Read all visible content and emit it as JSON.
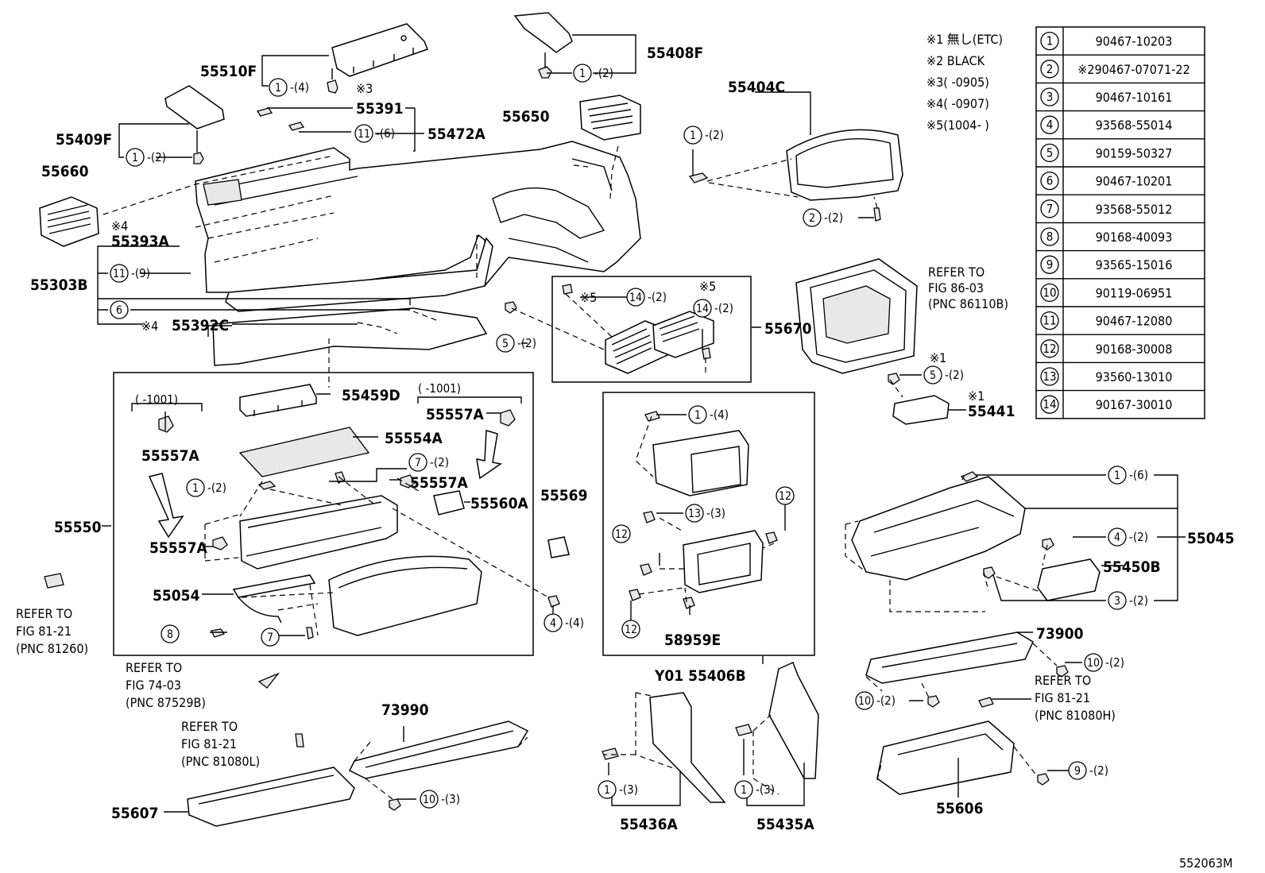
{
  "diagram_id": "552063M",
  "notes": [
    {
      "mark": "※1",
      "text": "無し(ETC)"
    },
    {
      "mark": "※2",
      "text": "BLACK"
    },
    {
      "mark": "※3",
      "text": "(      -0905)"
    },
    {
      "mark": "※4",
      "text": "(      -0907)"
    },
    {
      "mark": "※5",
      "text": "(1004-      )"
    }
  ],
  "fastener_table": [
    {
      "no": "1",
      "code": "90467-10203"
    },
    {
      "no": "2",
      "code": "※290467-07071-22"
    },
    {
      "no": "3",
      "code": "90467-10161"
    },
    {
      "no": "4",
      "code": "93568-55014"
    },
    {
      "no": "5",
      "code": "90159-50327"
    },
    {
      "no": "6",
      "code": "90467-10201"
    },
    {
      "no": "7",
      "code": "93568-55012"
    },
    {
      "no": "8",
      "code": "90168-40093"
    },
    {
      "no": "9",
      "code": "93565-15016"
    },
    {
      "no": "10",
      "code": "90119-06951"
    },
    {
      "no": "11",
      "code": "90467-12080"
    },
    {
      "no": "12",
      "code": "90168-30008"
    },
    {
      "no": "13",
      "code": "93560-13010"
    },
    {
      "no": "14",
      "code": "90167-30010"
    }
  ],
  "part_labels": {
    "p55510F": "55510F",
    "p55408F": "55408F",
    "p55391": "55391",
    "p55472A": "55472A",
    "p55650": "55650",
    "p55409F": "55409F",
    "p55404C": "55404C",
    "p55660": "55660",
    "p55393A": "55393A",
    "p55303B": "55303B",
    "p55392C": "55392C",
    "p55670": "55670",
    "p55459D": "55459D",
    "p55557A_a": "55557A",
    "p55557A_b": "55557A",
    "p55557A_c": "55557A",
    "p55557A_d": "55557A",
    "p55554A": "55554A",
    "p55560A": "55560A",
    "p55550": "55550",
    "p55569": "55569",
    "p55054": "55054",
    "p55441": "55441",
    "p55045": "55045",
    "p55450B": "55450B",
    "p58959E": "58959E",
    "p55406B": "Y01 55406B",
    "p73900": "73900",
    "p73990": "73990",
    "p55607": "55607",
    "p55436A": "55436A",
    "p55435A": "55435A",
    "p55606": "55606"
  },
  "callouts": {
    "c55510F": {
      "no": "1",
      "qty": "-(4)"
    },
    "c55408F": {
      "no": "1",
      "qty": "-(2)"
    },
    "c55472A": {
      "no": "11",
      "qty": "-(6)"
    },
    "c55409F": {
      "no": "1",
      "qty": "-(2)"
    },
    "c55404C_1": {
      "no": "1",
      "qty": "-(2)"
    },
    "c55404C_2": {
      "no": "2",
      "qty": "-(2)"
    },
    "c55303B_11": {
      "no": "11",
      "qty": "-(9)"
    },
    "c55303B_6": {
      "no": "6",
      "qty": ""
    },
    "c5_2": {
      "no": "5",
      "qty": "-(2)"
    },
    "c14_a": {
      "no": "14",
      "qty": "-(2)"
    },
    "c14_b": {
      "no": "14",
      "qty": "-(2)"
    },
    "c5_441": {
      "no": "5",
      "qty": "-(2)"
    },
    "c1_2_550": {
      "no": "1",
      "qty": "-(2)"
    },
    "c7_2": {
      "no": "7",
      "qty": "-(2)"
    },
    "c4_4": {
      "no": "4",
      "qty": "-(4)"
    },
    "c8": {
      "no": "8",
      "qty": ""
    },
    "c7": {
      "no": "7",
      "qty": ""
    },
    "c1_4_406": {
      "no": "1",
      "qty": "-(4)"
    },
    "c13_3": {
      "no": "13",
      "qty": "-(3)"
    },
    "c12_a": {
      "no": "12",
      "qty": ""
    },
    "c12_b": {
      "no": "12",
      "qty": ""
    },
    "c12_c": {
      "no": "12",
      "qty": ""
    },
    "c1_6": {
      "no": "1",
      "qty": "-(6)"
    },
    "c4_2": {
      "no": "4",
      "qty": "-(2)"
    },
    "c3_2": {
      "no": "3",
      "qty": "-(2)"
    },
    "c10_2_a": {
      "no": "10",
      "qty": "-(2)"
    },
    "c10_2_b": {
      "no": "10",
      "qty": "-(2)"
    },
    "c9_2": {
      "no": "9",
      "qty": "-(2)"
    },
    "c10_3": {
      "no": "10",
      "qty": "-(3)"
    },
    "c1_3_a": {
      "no": "1",
      "qty": "-(3)"
    },
    "c1_3_b": {
      "no": "1",
      "qty": "-(3)"
    }
  },
  "marks": {
    "m3": "※3",
    "m4a": "※4",
    "m4b": "※4",
    "m5a": "※5",
    "m5b": "※5",
    "m1a": "※1",
    "m1b": "※1",
    "range_a": "(    -1001)",
    "range_b": "(    -1001)"
  },
  "references": {
    "r86": [
      "REFER TO",
      "FIG 86-03",
      "(PNC 86110B)"
    ],
    "r81_260": [
      "REFER TO",
      "FIG 81-21",
      "(PNC 81260)"
    ],
    "r74": [
      "REFER TO",
      "FIG 74-03",
      "(PNC 87529B)"
    ],
    "r81_080L": [
      "REFER TO",
      "FIG 81-21",
      "(PNC 81080L)"
    ],
    "r81_080H": [
      "REFER TO",
      "FIG 81-21",
      "(PNC 81080H)"
    ]
  }
}
